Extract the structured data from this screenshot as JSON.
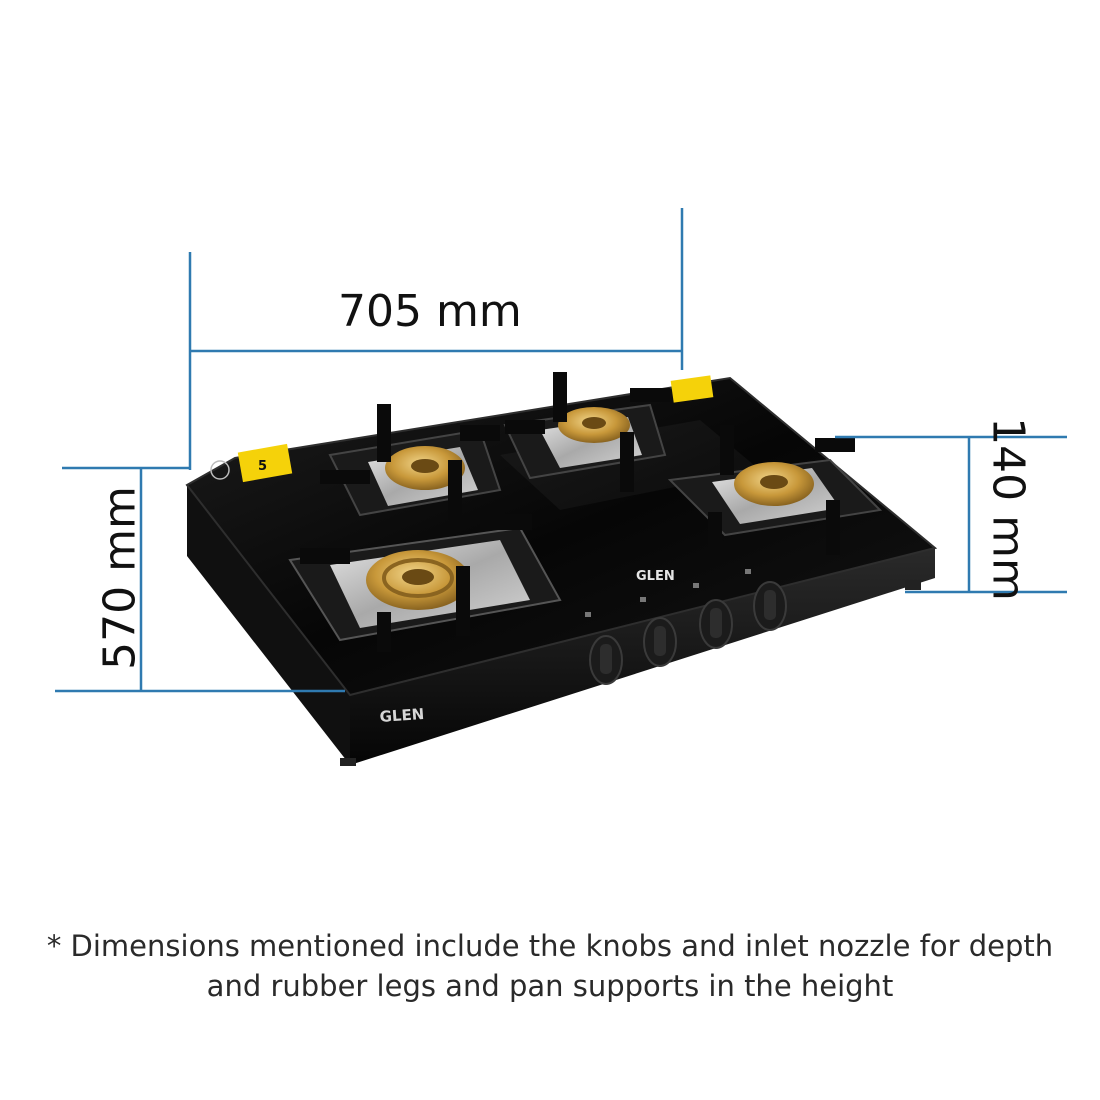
{
  "dimensions": {
    "width": "705 mm",
    "depth": "570 mm",
    "height": "140 mm"
  },
  "brand": {
    "top": "GLEN",
    "front": "GLEN"
  },
  "safety_sticker": "5",
  "footnote": {
    "line1": "* Dimensions mentioned include the knobs and inlet nozzle for depth",
    "line2": "and rubber legs and pan supports in the height"
  },
  "colors": {
    "dimension_line": "#2f7ab0",
    "glass_top": "#0b0b0b",
    "brass_burner": "#c89a3c",
    "steel_tray": "#bfbfbf",
    "sticker": "#f5d20a"
  },
  "icons": {
    "knob": "control-knob",
    "burner": "brass-burner",
    "pan_support": "pan-support"
  }
}
